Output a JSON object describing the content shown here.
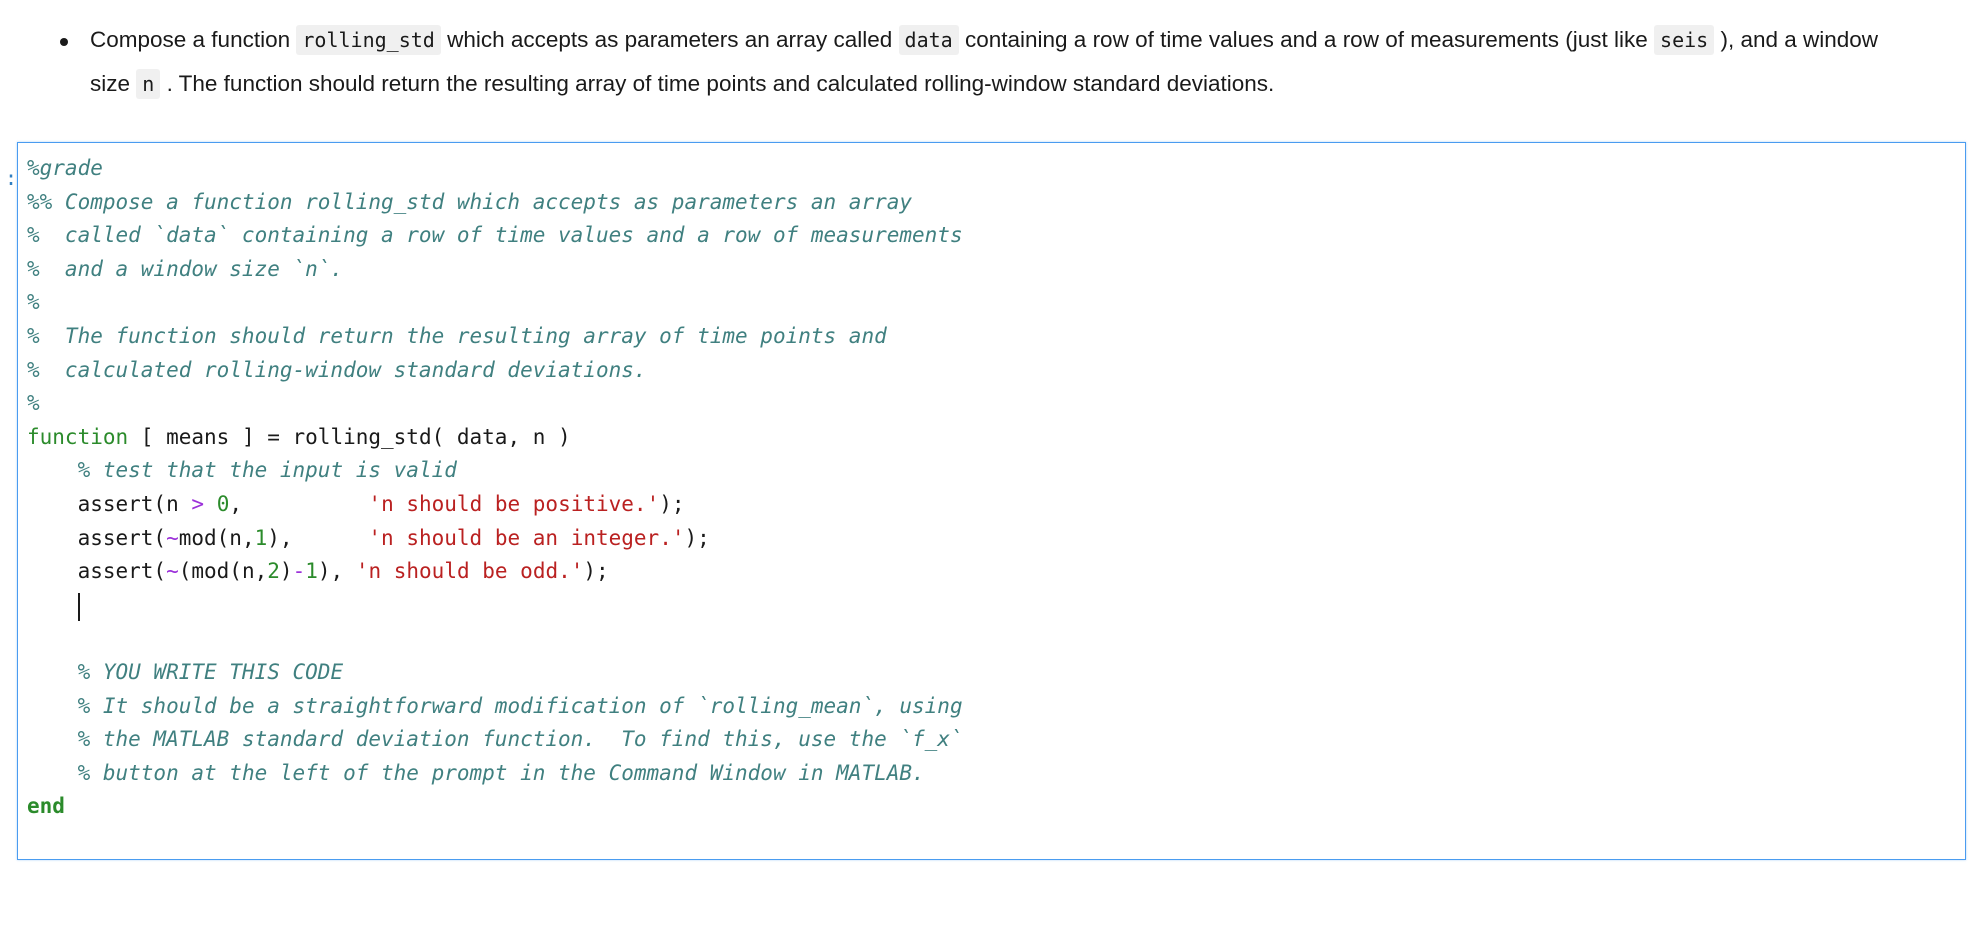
{
  "prompt": {
    "label": ":"
  },
  "markdown": {
    "bullet": {
      "segments": [
        {
          "type": "text",
          "value": "Compose a function "
        },
        {
          "type": "code",
          "value": "rolling_std"
        },
        {
          "type": "text",
          "value": " which accepts as parameters an array called "
        },
        {
          "type": "code",
          "value": "data"
        },
        {
          "type": "text",
          "value": " containing a row of time values and a row of measurements (just like "
        },
        {
          "type": "code",
          "value": "seis"
        },
        {
          "type": "text",
          "value": " ), and a window size "
        },
        {
          "type": "code",
          "value": "n"
        },
        {
          "type": "text",
          "value": " . The function should return the resulting array of time points and calculated rolling-window standard deviations."
        }
      ],
      "plain": "Compose a function rolling_std which accepts as parameters an array called data containing a row of time values and a row of measurements (just like seis ), and a window size n . The function should return the resulting array of time points and calculated rolling-window standard deviations."
    }
  },
  "cell": {
    "language": "matlab",
    "border_color": "#4a9cf0",
    "lines": [
      {
        "id": "l01",
        "text": "%grade"
      },
      {
        "id": "l02",
        "text": "%% Compose a function rolling_std which accepts as parameters an array"
      },
      {
        "id": "l03",
        "text": "%  called `data` containing a row of time values and a row of measurements"
      },
      {
        "id": "l04",
        "text": "%  and a window size `n`."
      },
      {
        "id": "l05",
        "text": "%"
      },
      {
        "id": "l06",
        "text": "%  The function should return the resulting array of time points and"
      },
      {
        "id": "l07",
        "text": "%  calculated rolling-window standard deviations."
      },
      {
        "id": "l08",
        "text": "%"
      },
      {
        "id": "l09",
        "text": "function [ means ] = rolling_std( data, n )"
      },
      {
        "id": "l10",
        "text": "    % test that the input is valid"
      },
      {
        "id": "l11",
        "text": "    assert(n > 0,          'n should be positive.');"
      },
      {
        "id": "l12",
        "text": "    assert(~mod(n,1),      'n should be an integer.');"
      },
      {
        "id": "l13",
        "text": "    assert(~(mod(n,2)-1), 'n should be odd.');"
      },
      {
        "id": "l14",
        "text": "    "
      },
      {
        "id": "l15",
        "text": ""
      },
      {
        "id": "l16",
        "text": "    % YOU WRITE THIS CODE"
      },
      {
        "id": "l17",
        "text": "    % It should be a straightforward modification of `rolling_mean`, using"
      },
      {
        "id": "l18",
        "text": "    % the MATLAB standard deviation function.  To find this, use the `f_x`"
      },
      {
        "id": "l19",
        "text": "    % button at the left of the prompt in the Command Window in MATLAB."
      },
      {
        "id": "l20",
        "text": "end"
      }
    ],
    "tokens": {
      "l01": [
        {
          "c": "comment",
          "t": "%grade"
        }
      ],
      "l02": [
        {
          "c": "comment",
          "t": "%% Compose a function rolling_std which accepts as parameters an array"
        }
      ],
      "l03": [
        {
          "c": "comment",
          "t": "%  called `data` containing a row of time values and a row of measurements"
        }
      ],
      "l04": [
        {
          "c": "comment",
          "t": "%  and a window size `n`."
        }
      ],
      "l05": [
        {
          "c": "comment",
          "t": "%"
        }
      ],
      "l06": [
        {
          "c": "comment",
          "t": "%  The function should return the resulting array of time points and"
        }
      ],
      "l07": [
        {
          "c": "comment",
          "t": "%  calculated rolling-window standard deviations."
        }
      ],
      "l08": [
        {
          "c": "comment",
          "t": "%"
        }
      ],
      "l09": [
        {
          "c": "kw-light",
          "t": "function"
        },
        {
          "c": "plain",
          "t": " [ means ] = rolling_std( data, n )"
        }
      ],
      "l10": [
        {
          "c": "plain",
          "t": "    "
        },
        {
          "c": "comment",
          "t": "% test that the input is valid"
        }
      ],
      "l11": [
        {
          "c": "plain",
          "t": "    assert(n "
        },
        {
          "c": "operator",
          "t": ">"
        },
        {
          "c": "plain",
          "t": " "
        },
        {
          "c": "number",
          "t": "0"
        },
        {
          "c": "plain",
          "t": ",          "
        },
        {
          "c": "string",
          "t": "'n should be positive.'"
        },
        {
          "c": "plain",
          "t": ");"
        }
      ],
      "l12": [
        {
          "c": "plain",
          "t": "    assert("
        },
        {
          "c": "operator",
          "t": "~"
        },
        {
          "c": "plain",
          "t": "mod(n,"
        },
        {
          "c": "number",
          "t": "1"
        },
        {
          "c": "plain",
          "t": "),      "
        },
        {
          "c": "string",
          "t": "'n should be an integer.'"
        },
        {
          "c": "plain",
          "t": ");"
        }
      ],
      "l13": [
        {
          "c": "plain",
          "t": "    assert("
        },
        {
          "c": "operator",
          "t": "~"
        },
        {
          "c": "plain",
          "t": "(mod(n,"
        },
        {
          "c": "number",
          "t": "2"
        },
        {
          "c": "plain",
          "t": ")"
        },
        {
          "c": "operator",
          "t": "-"
        },
        {
          "c": "number",
          "t": "1"
        },
        {
          "c": "plain",
          "t": "), "
        },
        {
          "c": "string",
          "t": "'n should be odd.'"
        },
        {
          "c": "plain",
          "t": ");"
        }
      ],
      "l14": [
        {
          "c": "plain",
          "t": "    "
        },
        {
          "c": "caret",
          "t": ""
        }
      ],
      "l15": [
        {
          "c": "plain",
          "t": ""
        }
      ],
      "l16": [
        {
          "c": "plain",
          "t": "    "
        },
        {
          "c": "comment",
          "t": "% YOU WRITE THIS CODE"
        }
      ],
      "l17": [
        {
          "c": "plain",
          "t": "    "
        },
        {
          "c": "comment",
          "t": "% It should be a straightforward modification of `rolling_mean`, using"
        }
      ],
      "l18": [
        {
          "c": "plain",
          "t": "    "
        },
        {
          "c": "comment",
          "t": "% the MATLAB standard deviation function.  To find this, use the `f_x`"
        }
      ],
      "l19": [
        {
          "c": "plain",
          "t": "    "
        },
        {
          "c": "comment",
          "t": "% button at the left of the prompt in the Command Window in MATLAB."
        }
      ],
      "l20": [
        {
          "c": "keyword",
          "t": "end"
        }
      ]
    }
  },
  "colors": {
    "comment": "#408080",
    "keyword": "#2b8b2b",
    "string": "#ba2121",
    "number": "#2b8b2b",
    "operator": "#9b30d9",
    "plain": "#1a1a1a",
    "cell_border": "#4a9cf0",
    "prompt": "#307fc1",
    "inline_code_bg": "#f0f0f0"
  }
}
